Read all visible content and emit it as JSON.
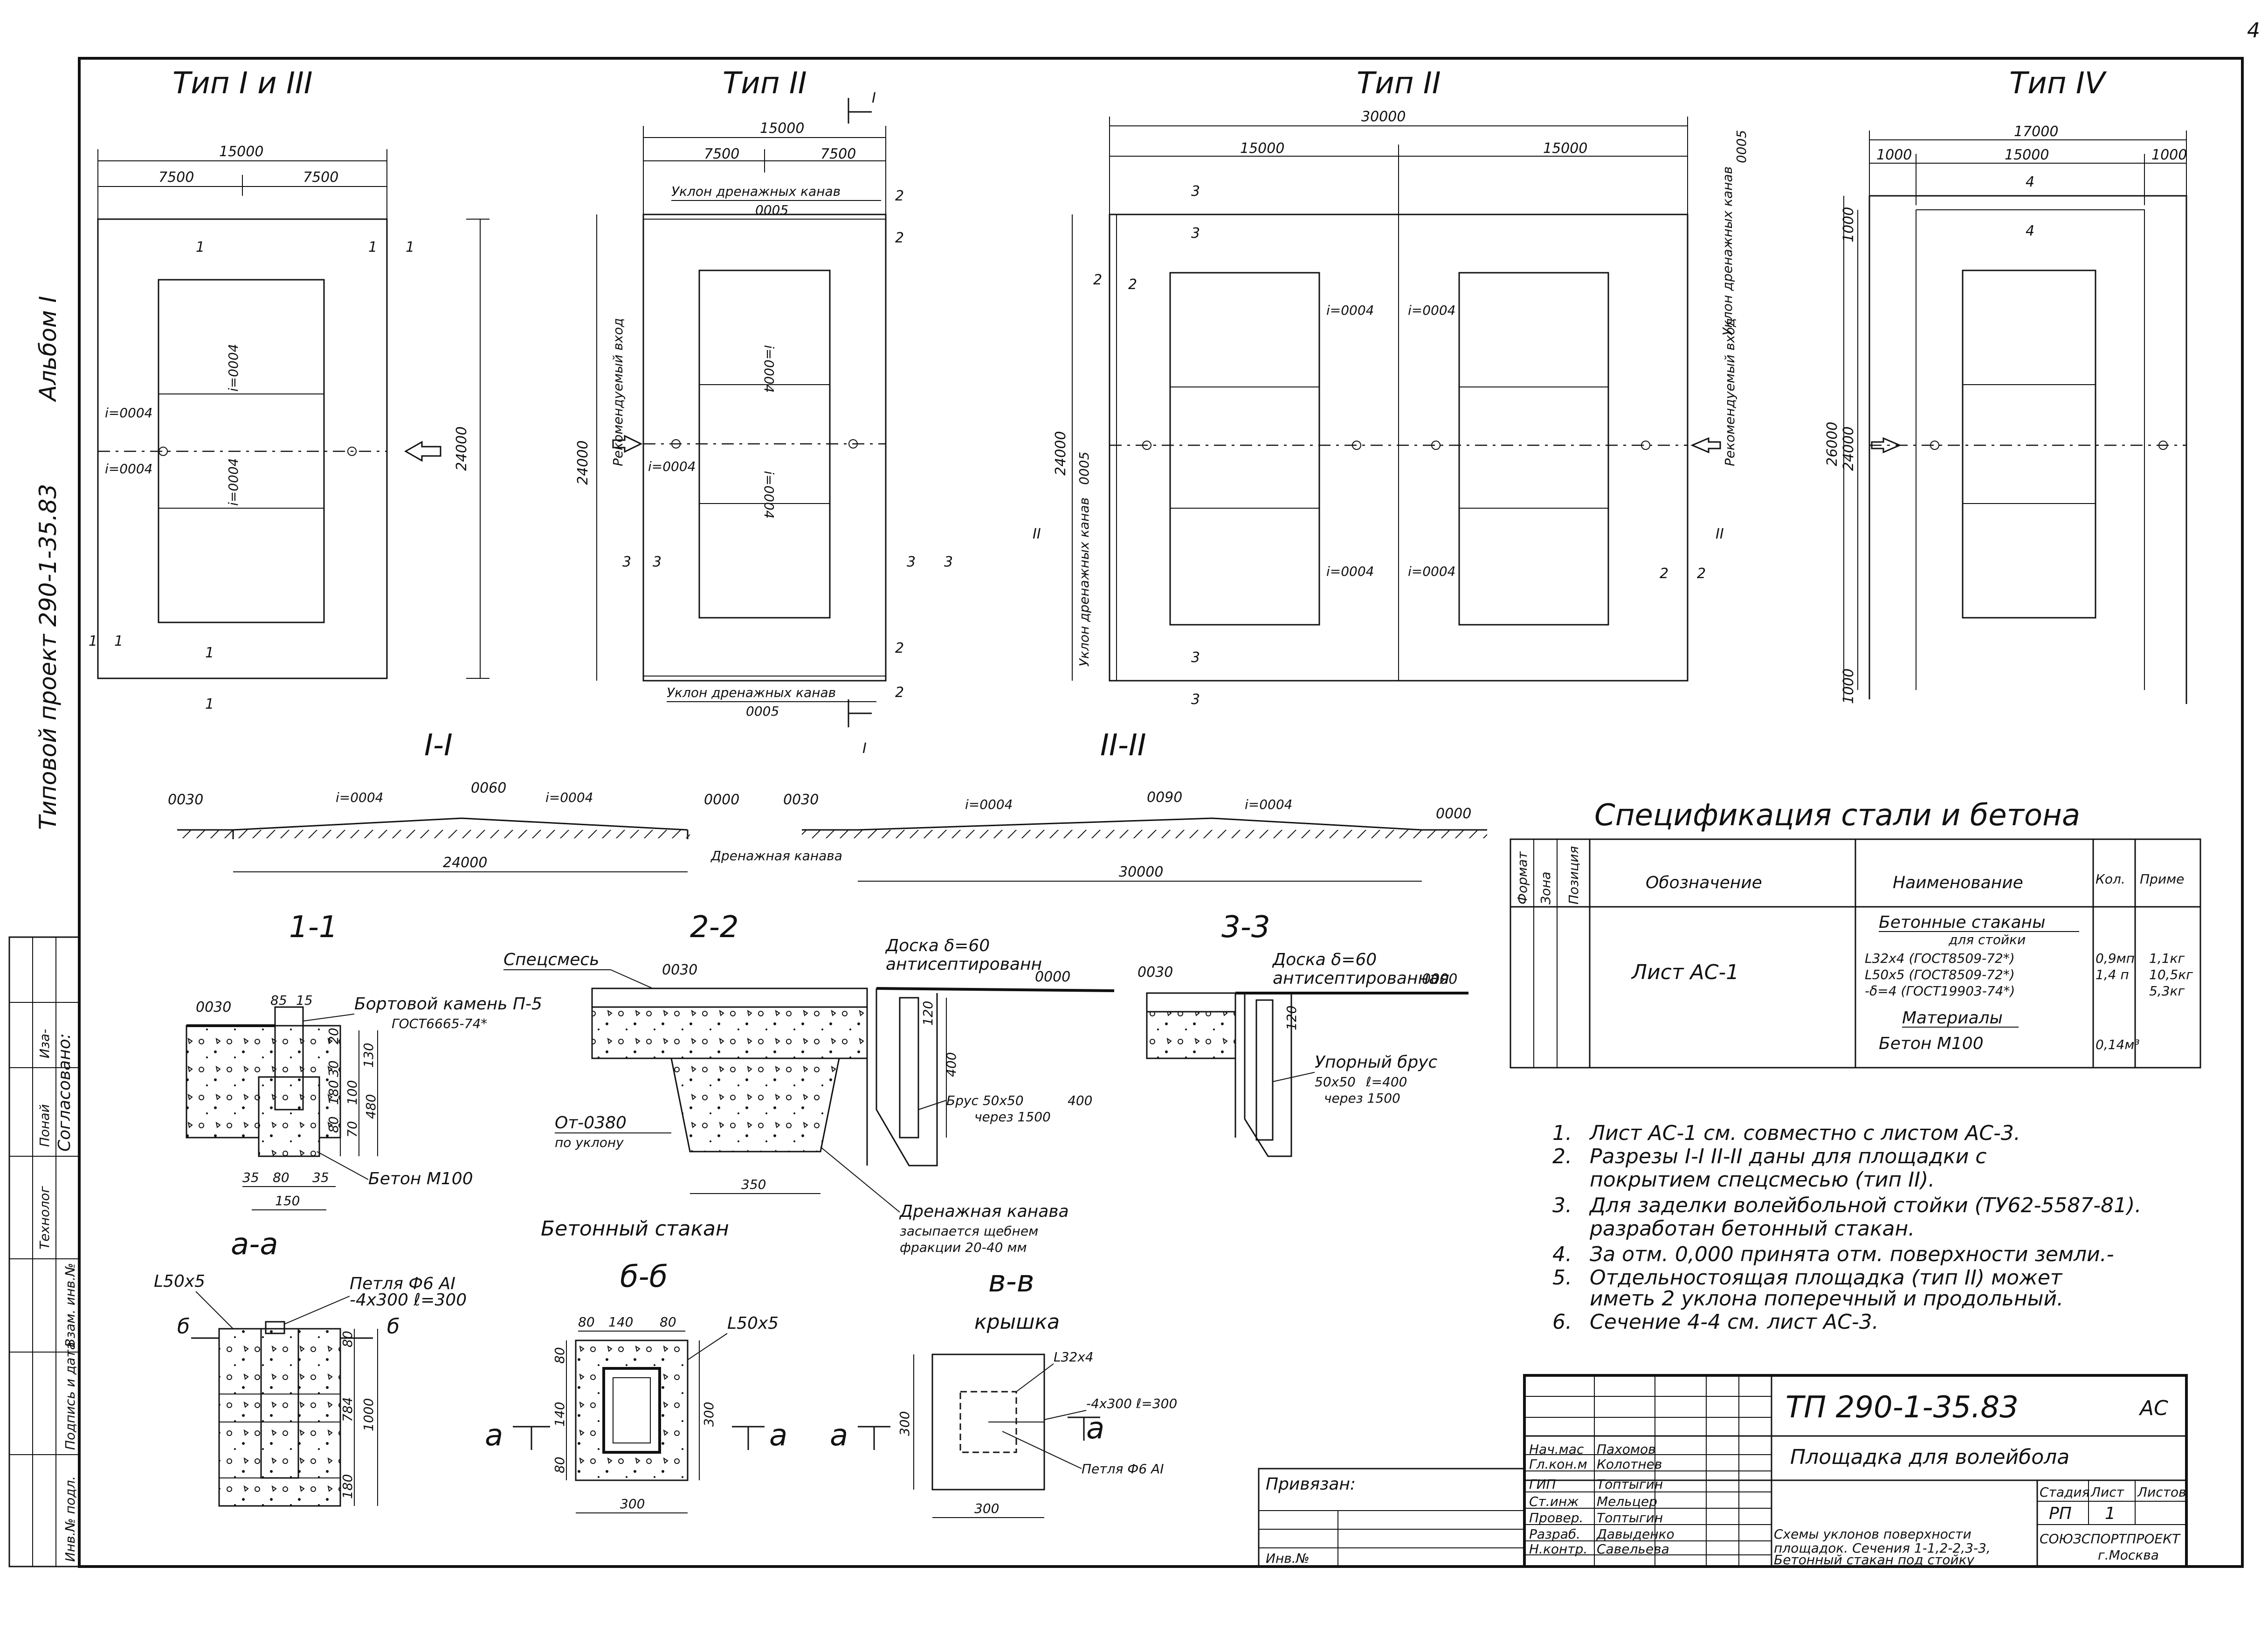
{
  "sheet": {
    "page_number": "4",
    "album_label": "Альбом I",
    "project_label": "Типовой проект 290-1-35.83"
  },
  "plans": {
    "type_1_3": {
      "title": "Тип I и III",
      "dims": {
        "total_w": "15000",
        "half_left": "7500",
        "half_right": "7500",
        "height": "24000"
      },
      "slopes": [
        "i=0004",
        "i=0004",
        "i=0004",
        "i=0004"
      ],
      "marks": [
        "1",
        "1",
        "1",
        "1",
        "1",
        "1",
        "1"
      ]
    },
    "type_2_single": {
      "title": "Тип II",
      "dims": {
        "total_w": "15000",
        "half_left": "7500",
        "half_right": "7500",
        "height": "24000"
      },
      "drain_top": "Уклон дренажных канав",
      "drain_top_val": "0005",
      "drain_bottom": "Уклон дренажных канав",
      "drain_bottom_val": "0005",
      "entrance": "Рекомендуемый вход",
      "slopes": [
        "i=0004",
        "i=0004",
        "i=0004"
      ],
      "marks": [
        "I",
        "I",
        "2",
        "2",
        "2",
        "2",
        "3",
        "3",
        "3",
        "3"
      ]
    },
    "type_2_double": {
      "title": "Тип II",
      "dims": {
        "total_w": "30000",
        "half_left": "15000",
        "half_right": "15000",
        "height": "24000"
      },
      "drain_side": "Уклон дренажных канав",
      "drain_side_val": "0005",
      "drain_left": "Уклон дренажных канав",
      "drain_left_val": "0005",
      "entrance": "Рекомендуемый вход",
      "slopes": [
        "i=0004",
        "i=0004",
        "i=0004",
        "i=0004"
      ],
      "marks": [
        "3",
        "3",
        "3",
        "3",
        "2",
        "2",
        "2",
        "2",
        "II",
        "II"
      ]
    },
    "type_4": {
      "title": "Тип IV",
      "dims": {
        "total_w": "17000",
        "left": "1000",
        "mid": "15000",
        "right": "1000",
        "height": "26000",
        "inner_h": "24000",
        "top_off": "1000",
        "bottom_off": "1000"
      },
      "marks": [
        "4",
        "4"
      ]
    }
  },
  "sections": {
    "s_I_I": {
      "title": "I-I",
      "marks": {
        "left": "0030",
        "mid": "0060",
        "right": "0000"
      },
      "slopes": [
        "i=0004",
        "i=0004"
      ],
      "length": "24000",
      "drain": "Дренажная канава"
    },
    "s_II_II": {
      "title": "II-II",
      "marks": {
        "left": "0030",
        "mid": "0090",
        "right": "0000"
      },
      "slopes": [
        "i=0004",
        "i=0004"
      ],
      "length": "30000"
    },
    "s_1_1": {
      "title": "1-1",
      "top": "0030",
      "d1": "85",
      "d2": "15",
      "stone": "Бортовой камень П-5",
      "stone_gost": "ГОСТ6665-74*",
      "vdims": [
        "20",
        "30",
        "130",
        "100",
        "80",
        "180",
        "70",
        "480"
      ],
      "hdims": [
        "35",
        "80",
        "35",
        "150"
      ],
      "concrete": "Бетон М100"
    },
    "s_2_2": {
      "title": "2-2",
      "mix": "Спецсмесь",
      "top": "0030",
      "board": "Доска δ=60",
      "board_note": "антисептированн",
      "zero": "0000",
      "v120": "120",
      "v400": "400",
      "beam": "Брус 50х50",
      "beam_len": "400",
      "beam_step": "через 1500",
      "bottom": "От-0380",
      "bottom_note": "по уклону",
      "width": "350",
      "drain_title": "Дренажная канава",
      "drain_note1": "засыпается щебнем",
      "drain_note2": "фракции 20-40 мм",
      "subtitle": "Бетонный стакан"
    },
    "s_3_3": {
      "title": "3-3",
      "top": "0030",
      "board": "Доска δ=60",
      "board_note": "антисептированная",
      "zero": "0000",
      "v120": "120",
      "beam": "Упорный брус",
      "beam_size": "50х50",
      "beam_len": "ℓ=400",
      "beam_step": "через 1500"
    }
  },
  "details": {
    "a_a": {
      "title": "а-а",
      "angle": "L50х5",
      "loop": "Петля Ф6 АI",
      "plate": "-4х300 ℓ=300",
      "vdims": [
        "80",
        "784",
        "180",
        "1000"
      ],
      "cut": "б"
    },
    "b_b": {
      "title": "б-б",
      "angle": "L50х5",
      "hdims": [
        "80",
        "140",
        "80",
        "300"
      ],
      "vdims": [
        "80",
        "140",
        "80",
        "300"
      ],
      "cut": "а"
    },
    "v_v": {
      "title": "в-в",
      "subtitle": "крышка",
      "angle": "L32х4",
      "plate": "-4х300 ℓ=300",
      "loop": "Петля Ф6 АI",
      "vdim": "300",
      "hdim": "300",
      "cut": "а"
    }
  },
  "spec": {
    "title": "Спецификация стали и бетона",
    "headers": {
      "format": "Формат",
      "zone": "Зона",
      "pos": "Позиция",
      "designation": "Обозначение",
      "name": "Наименование",
      "qty": "Кол.",
      "note": "Приме"
    },
    "designation_row": "Лист АС-1",
    "group1": "Бетонные стаканы",
    "group1_sub": "для стойки",
    "items": [
      {
        "name": "L32х4 (ГОСТ8509-72*)",
        "qty": "0,9мп",
        "note": "1,1кг"
      },
      {
        "name": "L50х5 (ГОСТ8509-72*)",
        "qty": "1,4 п",
        "note": "10,5кг"
      },
      {
        "name": "-δ=4 (ГОСТ19903-74*)",
        "qty": "",
        "note": "5,3кг"
      }
    ],
    "group2": "Материалы",
    "concrete": {
      "name": "Бетон М100",
      "qty": "0,14м³"
    }
  },
  "notes": [
    {
      "n": "1.",
      "text": "Лист АС-1 см. совместно с листом АС-3."
    },
    {
      "n": "2.",
      "text": "Разрезы I-I II-II даны для площадки с"
    },
    {
      "n": "",
      "text": "покрытием спецсмесью (тип II)."
    },
    {
      "n": "3.",
      "text": "Для заделки волейбольной стойки (ТУ62-5587-81)."
    },
    {
      "n": "",
      "text": "разработан бетонный стакан."
    },
    {
      "n": "4.",
      "text": "За отм. 0,000 принята отм. поверхности земли.-"
    },
    {
      "n": "5.",
      "text": "Отдельностоящая площадка (тип II) может"
    },
    {
      "n": "",
      "text": "иметь 2 уклона поперечный и продольный."
    },
    {
      "n": "6.",
      "text": "Сечение 4-4 см. лист АС-3."
    }
  ],
  "side_stamp": {
    "title": "Согласовано:",
    "rows": [
      "Технолог",
      "Понай",
      "Иза-"
    ],
    "cols": [
      "Инв.№ подл.",
      "Подпись и дата",
      "Взам. инв.№"
    ]
  },
  "title_block": {
    "code": "ТП 290-1-35.83",
    "sheet_mark": "АС",
    "object": "Площадка для волейбола",
    "bound": "Привязан:",
    "inv": "Инв.№",
    "roles": [
      {
        "role": "Нач.мас",
        "name": "Пахомов"
      },
      {
        "role": "Гл.кон.м",
        "name": "Колотнев"
      },
      {
        "role": "ГИП",
        "name": "Топтыгин"
      },
      {
        "role": "Ст.инж",
        "name": "Мельцер"
      },
      {
        "role": "Провер.",
        "name": "Топтыгин"
      },
      {
        "role": "Разраб.",
        "name": "Давыденко"
      },
      {
        "role": "Н.контр.",
        "name": "Савельева"
      }
    ],
    "stage_h": "Стадия",
    "sheet_h": "Лист",
    "sheets_h": "Листов",
    "stage": "РП",
    "sheet": "1",
    "desc1": "Схемы уклонов поверхности",
    "desc2": "площадок. Сечения 1-1,2-2,3-3,",
    "desc3": "Бетонный стакан под стойку",
    "org": "СОЮЗСПОРТПРОЕКТ",
    "city": "г.Москва"
  }
}
